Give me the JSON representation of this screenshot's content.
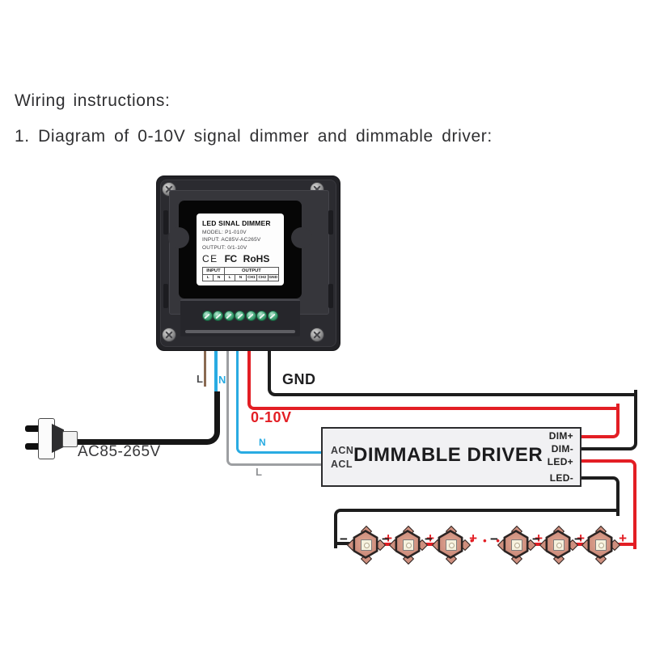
{
  "page": {
    "heading1": "Wiring instructions:",
    "heading2": "1. Diagram of 0-10V signal dimmer and dimmable driver:"
  },
  "dimmer": {
    "label": {
      "title": "LED SINAL DIMMER",
      "model": "MODEL: P1-010V",
      "input": "INPUT: AC85V-AC265V",
      "output": "OUTPUT: 0/1-10V",
      "cert_ce": "CE",
      "cert_fcc": "FC",
      "cert_rohs": "RoHS",
      "table": {
        "header_input": "INPUT",
        "header_output": "OUTPUT",
        "cells": [
          "L",
          "N",
          "L",
          "N",
          "CH1",
          "CH2",
          "GND"
        ]
      }
    }
  },
  "wires": {
    "mains_l": "L",
    "mains_n": "N",
    "mains_voltage": "AC85-265V",
    "gnd": "GND",
    "signal": "0-10V",
    "driver_n": "N",
    "driver_l": "L"
  },
  "driver": {
    "acn": "ACN",
    "acl": "ACL",
    "title": "DIMMABLE DRIVER",
    "dim_plus": "DIM+",
    "dim_minus": "DIM-",
    "led_plus": "LED+",
    "led_minus": "LED-"
  },
  "led_chain": {
    "minus": "−",
    "plus": "+",
    "ellipsis": "• • •"
  },
  "colors": {
    "wire_blue": "#29abe2",
    "wire_red": "#e31e24",
    "wire_gray": "#9d9fa2",
    "wire_black": "#1d1d1d",
    "wire_brown": "#8a6a52",
    "terminal_green": "#2f8f63",
    "led_pcb": "#cf8f7e"
  }
}
